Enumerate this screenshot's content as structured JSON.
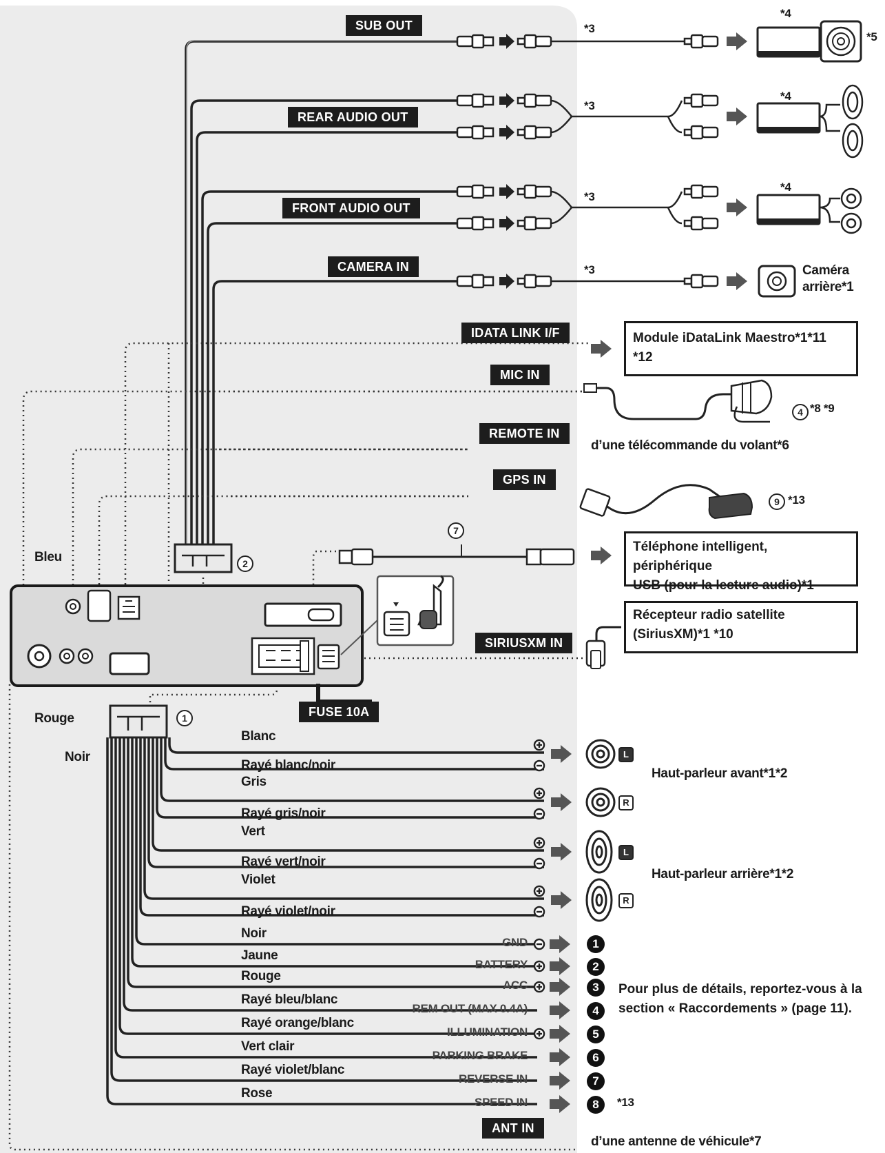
{
  "tags": {
    "sub_out": "SUB OUT",
    "rear_audio_out": "REAR AUDIO OUT",
    "front_audio_out": "FRONT AUDIO OUT",
    "camera_in": "CAMERA IN",
    "idata_link": "IDATA LINK I/F",
    "mic_in": "MIC IN",
    "remote_in": "REMOTE IN",
    "gps_in": "GPS IN",
    "siriusxm_in": "SIRIUSXM IN",
    "fuse": "FUSE 10A",
    "ant_in": "ANT IN"
  },
  "notes": {
    "n3": "*3",
    "n4": "*4",
    "n5": "*5",
    "mic_ref": "*8 *9",
    "gps_ref": "*13",
    "speed_ref": "*13"
  },
  "devices": {
    "camera": "Caméra",
    "camera_2": "arrière*1",
    "idatalink": "Module iDataLink Maestro*1*11 *12",
    "remote": "d’une télécommande du volant*6",
    "usb": "Téléphone intelligent, périphérique",
    "usb_2": "USB (pour la lecture audio)*1",
    "sirius": "Récepteur radio satellite",
    "sirius_2": "(SiriusXM)*1 *10",
    "antenna": "d’une antenne de véhicule*7",
    "front_speaker": "Haut-parleur avant*1*2",
    "rear_speaker": "Haut-parleur arrière*1*2",
    "details": "Pour plus de détails, reportez-vous à la",
    "details_2": "section « Raccordements » (page 11)."
  },
  "unit_labels": {
    "bleu": "Bleu",
    "rouge": "Rouge",
    "noir": "Noir"
  },
  "callouts": [
    "1",
    "2",
    "4",
    "7",
    "9"
  ],
  "speaker_sides": [
    "L",
    "R",
    "L",
    "R"
  ],
  "wires": [
    "Blanc",
    "Rayé blanc/noir",
    "Gris",
    "Rayé gris/noir",
    "Vert",
    "Rayé vert/noir",
    "Violet",
    "Rayé violet/noir"
  ],
  "power_wires": [
    {
      "color": "Noir",
      "fn": "GND",
      "num": "1"
    },
    {
      "color": "Jaune",
      "fn": "BATTERY",
      "num": "2"
    },
    {
      "color": "Rouge",
      "fn": "ACC",
      "num": "3"
    },
    {
      "color": "Rayé bleu/blanc",
      "fn": "REM OUT (MAX 0.4A)",
      "num": "4"
    },
    {
      "color": "Rayé orange/blanc",
      "fn": "ILLUMINATION",
      "num": "5"
    },
    {
      "color": "Vert clair",
      "fn": "PARKING BRAKE",
      "num": "6"
    },
    {
      "color": "Rayé violet/blanc",
      "fn": "REVERSE IN",
      "num": "7"
    },
    {
      "color": "Rose",
      "fn": "SPEED IN",
      "num": "8"
    }
  ]
}
